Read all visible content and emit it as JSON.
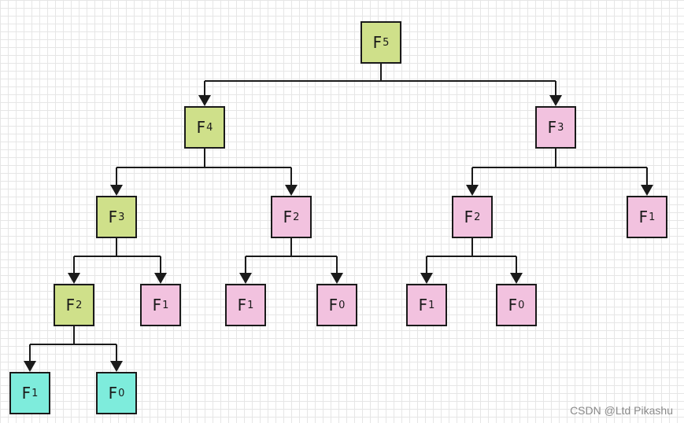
{
  "colors": {
    "green": "#cfe08a",
    "pink": "#f2c2df",
    "cyan": "#7eecdc",
    "line": "#1a1a1a"
  },
  "nodes": [
    {
      "id": "root",
      "base": "F",
      "sub": "5",
      "color": "green"
    },
    {
      "id": "f4",
      "base": "F",
      "sub": "4",
      "color": "green"
    },
    {
      "id": "f3r",
      "base": "F",
      "sub": "3",
      "color": "pink"
    },
    {
      "id": "f3l",
      "base": "F",
      "sub": "3",
      "color": "green"
    },
    {
      "id": "f2m",
      "base": "F",
      "sub": "2",
      "color": "pink"
    },
    {
      "id": "f2r",
      "base": "F",
      "sub": "2",
      "color": "pink"
    },
    {
      "id": "f1rr",
      "base": "F",
      "sub": "1",
      "color": "pink"
    },
    {
      "id": "f2ll",
      "base": "F",
      "sub": "2",
      "color": "green"
    },
    {
      "id": "f1a",
      "base": "F",
      "sub": "1",
      "color": "pink"
    },
    {
      "id": "f1b",
      "base": "F",
      "sub": "1",
      "color": "pink"
    },
    {
      "id": "f0a",
      "base": "F",
      "sub": "0",
      "color": "pink"
    },
    {
      "id": "f1c",
      "base": "F",
      "sub": "1",
      "color": "pink"
    },
    {
      "id": "f0b",
      "base": "F",
      "sub": "0",
      "color": "pink"
    },
    {
      "id": "f1d",
      "base": "F",
      "sub": "1",
      "color": "cyan"
    },
    {
      "id": "f0c",
      "base": "F",
      "sub": "0",
      "color": "cyan"
    }
  ],
  "edges": [
    {
      "parent": "root",
      "children": [
        "f4",
        "f3r"
      ]
    },
    {
      "parent": "f4",
      "children": [
        "f3l",
        "f2m"
      ]
    },
    {
      "parent": "f3r",
      "children": [
        "f2r",
        "f1rr"
      ]
    },
    {
      "parent": "f3l",
      "children": [
        "f2ll",
        "f1a"
      ]
    },
    {
      "parent": "f2m",
      "children": [
        "f1b",
        "f0a"
      ]
    },
    {
      "parent": "f2r",
      "children": [
        "f1c",
        "f0b"
      ]
    },
    {
      "parent": "f2ll",
      "children": [
        "f1d",
        "f0c"
      ]
    }
  ],
  "watermark": "CSDN @Ltd Pikashu"
}
